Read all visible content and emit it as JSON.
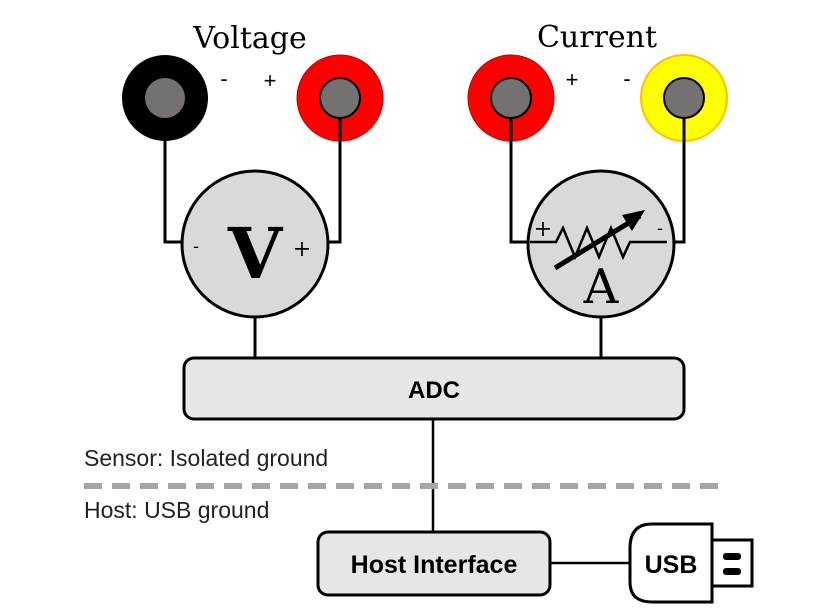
{
  "voltage": {
    "title": "Voltage",
    "minus_label": "-",
    "plus_label": "+",
    "meter_symbol": "V",
    "meter_minus": "-",
    "meter_plus": "+",
    "terminal_colors": {
      "minus": "#000000",
      "plus": "#ff0000"
    }
  },
  "current": {
    "title": "Current",
    "plus_label": "+",
    "minus_label": "-",
    "meter_symbol": "A",
    "meter_plus": "+",
    "meter_minus": "-",
    "terminal_colors": {
      "plus": "#ff0000",
      "minus": "#ffff00"
    }
  },
  "adc": {
    "label": "ADC"
  },
  "ground": {
    "sensor_label": "Sensor: Isolated ground",
    "host_label": "Host: USB ground"
  },
  "host_interface": {
    "label": "Host Interface"
  },
  "usb": {
    "label": "USB"
  },
  "colors": {
    "terminal_core": "#767171",
    "meter_fill": "#d9d9d9",
    "box_fill": "#e7e6e6",
    "dashed_line": "#a6a6a6"
  }
}
